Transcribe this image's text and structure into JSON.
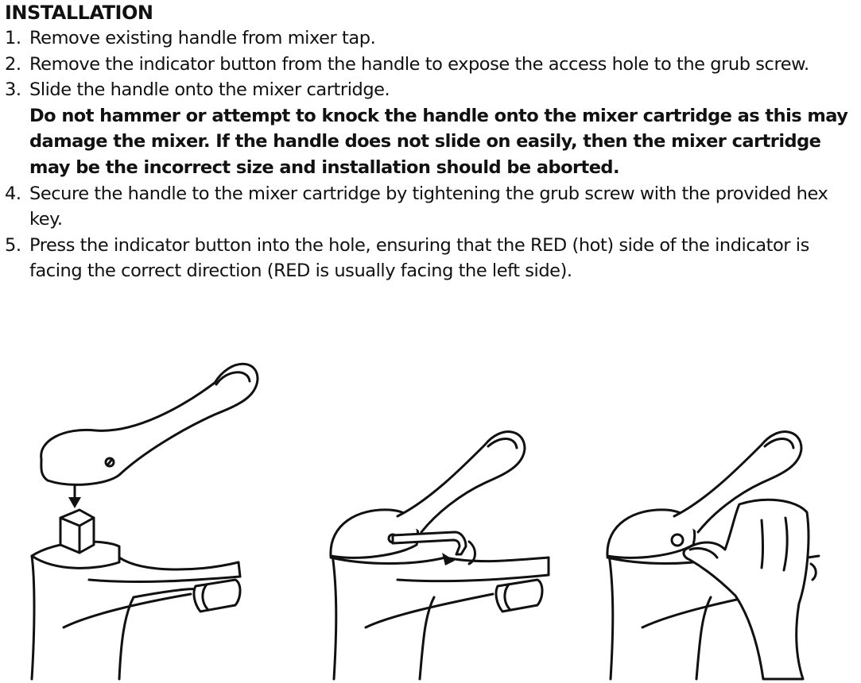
{
  "heading": "INSTALLATION",
  "steps": [
    {
      "num": "1.",
      "text": "Remove existing handle from mixer tap.",
      "warning": ""
    },
    {
      "num": "2.",
      "text": "Remove the indicator button from the handle to expose the access hole to the grub screw.",
      "warning": ""
    },
    {
      "num": "3.",
      "text": "Slide the handle onto the mixer cartridge.",
      "warning": "Do not hammer or attempt to knock the handle onto the mixer cartridge as this may damage the mixer. If the handle does not slide on easily, then the mixer cartridge may be the incorrect size and installation should be aborted."
    },
    {
      "num": "4.",
      "text": "Secure the handle to the mixer cartridge by tightening the grub screw with the provided hex key.",
      "warning": ""
    },
    {
      "num": "5.",
      "text": "Press the indicator button into the hole, ensuring that the RED (hot) side of the indicator is facing the correct direction (RED is usually facing the left side).",
      "warning": ""
    }
  ],
  "illustrations": [
    {
      "icon": "handle-onto-cartridge-illustration"
    },
    {
      "icon": "hex-key-tighten-illustration"
    },
    {
      "icon": "press-indicator-button-illustration"
    }
  ]
}
